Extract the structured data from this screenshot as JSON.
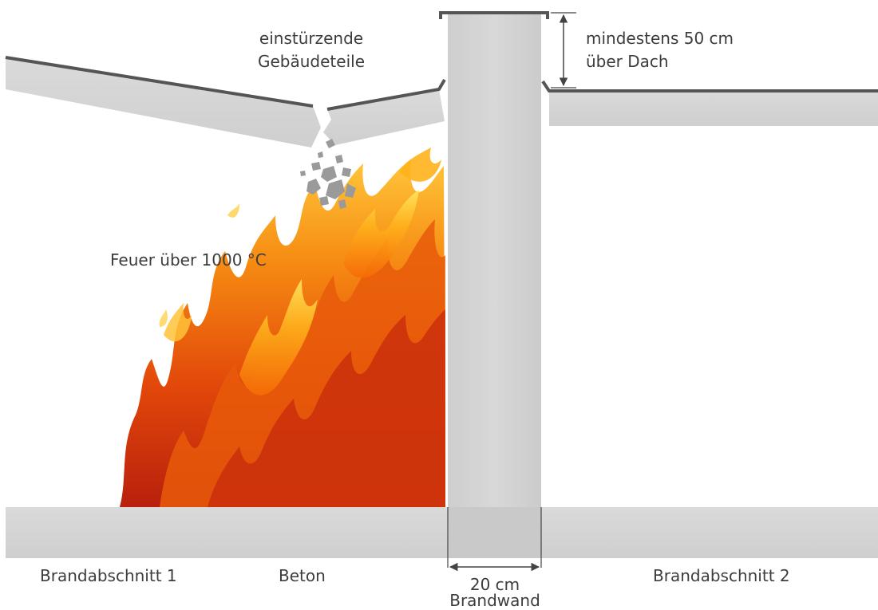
{
  "labels": {
    "collapsing_line1": "einstürzende",
    "collapsing_line2": "Gebäudeteile",
    "height_line1": "mindestens 50 cm",
    "height_line2": "über Dach",
    "fire": "Feuer über 1000 °C",
    "section1": "Brandabschnitt 1",
    "material": "Beton",
    "wall_width": "20 cm",
    "wall_name": "Brandwand",
    "section2": "Brandabschnitt 2"
  },
  "colors": {
    "concrete": "#d4d4d4",
    "concrete_dark": "#c6c6c6",
    "roof_edge": "#555555",
    "dimension_line": "#444444",
    "fire_deep": "#c0200a",
    "fire_mid": "#f26a00",
    "fire_bright": "#ffb000",
    "fire_light": "#ffe24a",
    "debris": "#9a9a9a",
    "text": "#3c3c3c"
  }
}
